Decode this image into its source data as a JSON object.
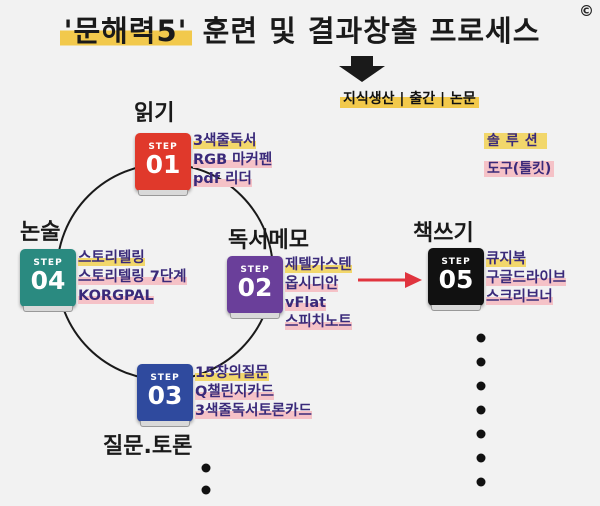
{
  "header": {
    "title_quoted": "'문해력5'",
    "title_rest": " 훈련 및 결과창출 프로세스",
    "copyright": "©"
  },
  "output_label": "지식생산 | 출간 | 논문",
  "legend": {
    "tools_label": "솔루션",
    "tools_desc": "도구(툴킷)"
  },
  "colors": {
    "step1": "#e0392b",
    "step2": "#6a3f9a",
    "step3": "#2f4a9e",
    "step4": "#2a8a80",
    "step5": "#111111",
    "arrow": "#e0343e",
    "highlight_yellow": "#f2d76b",
    "highlight_pink": "#f5c2c7"
  },
  "steps": [
    {
      "label": "읽기",
      "step_text": "STEP",
      "number": "01",
      "tools": [
        "3색줄독서",
        "RGB 마커펜",
        "pdf 리더"
      ]
    },
    {
      "label": "독서메모",
      "step_text": "STEP",
      "number": "02",
      "tools": [
        "제텔카스텐",
        "옵시디안",
        "vFlat",
        "스피치노트"
      ]
    },
    {
      "label": "질문.토론",
      "step_text": "STEP",
      "number": "03",
      "tools": [
        "15창의질문",
        "Q챌린지카드",
        "3색줄독서토론카드"
      ]
    },
    {
      "label": "논술",
      "step_text": "STEP",
      "number": "04",
      "tools": [
        "스토리텔링",
        "스토리텔링 7단계",
        "KORGPAL"
      ]
    },
    {
      "label": "책쓰기",
      "step_text": "STEP",
      "number": "05",
      "tools": [
        "큐지북",
        "구글드라이브",
        "스크리브너"
      ]
    }
  ]
}
